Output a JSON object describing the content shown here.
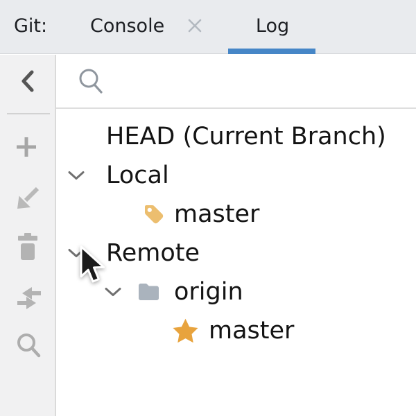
{
  "header": {
    "label": "Git:",
    "tabs": [
      {
        "label": "Console",
        "active": false,
        "closable": true,
        "close_icon": "x-close"
      },
      {
        "label": "Log",
        "active": true,
        "closable": false
      }
    ]
  },
  "toolbar": {
    "buttons": [
      {
        "id": "collapse",
        "icon": "chevron-left-icon"
      },
      {
        "id": "add",
        "icon": "plus-icon"
      },
      {
        "id": "checkout",
        "icon": "arrow-down-left-icon"
      },
      {
        "id": "delete",
        "icon": "trash-icon"
      },
      {
        "id": "compare",
        "icon": "converging-arrows-icon"
      },
      {
        "id": "find",
        "icon": "search-icon"
      }
    ]
  },
  "search": {
    "value": "",
    "placeholder": "",
    "icon": "search-icon"
  },
  "tree": {
    "rows": [
      {
        "label": "HEAD (Current Branch)",
        "level": 0
      },
      {
        "label": "Local",
        "level": 0,
        "expanded": true,
        "chevron": "chevron-down-icon"
      },
      {
        "label": "master",
        "level": 1,
        "icon": "tag-icon"
      },
      {
        "label": "Remote",
        "level": 0,
        "expanded": true,
        "chevron": "chevron-down-icon",
        "hovered_by_cursor": true
      },
      {
        "label": "origin",
        "level": 1,
        "expanded": true,
        "chevron": "chevron-down-icon",
        "icon": "folder-icon"
      },
      {
        "label": "master",
        "level": 2,
        "icon": "star-icon"
      }
    ]
  },
  "colors": {
    "accent_underline": "#4686c7",
    "header_bg": "#e9ebee",
    "toolbar_bg": "#f1f1f2",
    "tag_icon": "#ecbe6f",
    "folder_icon": "#aab3bd",
    "star_icon": "#e8a33d",
    "tree_text": "#141414"
  },
  "cursor": {
    "visible": true,
    "type": "arrow-pointer"
  }
}
